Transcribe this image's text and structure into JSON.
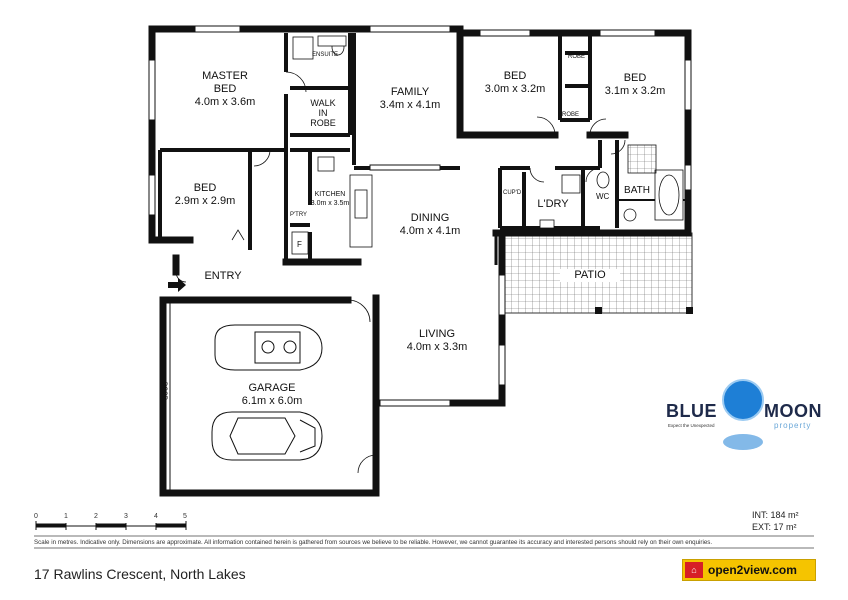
{
  "rooms": {
    "master_bed": {
      "name": "MASTER\nBED",
      "size": "4.0m x 3.6m"
    },
    "ensuite": "ENSUITE",
    "walk_in_robe": "WALK\nIN\nROBE",
    "family": {
      "name": "FAMILY",
      "size": "3.4m x 4.1m"
    },
    "bed_2": {
      "name": "BED",
      "size": "3.0m x 3.2m"
    },
    "bed_3": {
      "name": "BED",
      "size": "3.1m x 3.2m"
    },
    "bed_4": {
      "name": "BED",
      "size": "2.9m x 2.9m"
    },
    "kitchen": {
      "name": "KITCHEN",
      "size": "3.0m x 3.5m"
    },
    "pantry": "P'TRY",
    "fridge": "F",
    "dining": {
      "name": "DINING",
      "size": "4.0m x 4.1m"
    },
    "cupboard": "CUP'D",
    "laundry": "L'DRY",
    "wc": "WC",
    "bath": "BATH",
    "robe_a": "ROBE",
    "robe_b": "ROBE",
    "patio": "PATIO",
    "entry": "ENTRY",
    "living": {
      "name": "LIVING",
      "size": "4.0m x 3.3m"
    },
    "garage": {
      "name": "GARAGE",
      "size": "6.1m x 6.0m"
    },
    "door": "DOOR"
  },
  "scale": {
    "ticks": [
      "0",
      "1",
      "2",
      "3",
      "4",
      "5"
    ]
  },
  "area": {
    "internal": "INT: 184 m²",
    "external": "EXT: 17 m²"
  },
  "disclaimer": "Scale in metres. Indicative only. Dimensions are approximate. All information contained herein is gathered from sources we believe to be reliable. However, we cannot guarantee its accuracy and interested persons should rely on their own enquiries.",
  "address": "17 Rawlins Crescent, North Lakes",
  "brand": {
    "blue": "BLUE",
    "moon": "MOON",
    "tagline": "Expect the Unexpected",
    "sub": "property"
  },
  "portal": {
    "name": "open2view.com"
  },
  "colors": {
    "wall": "#111111",
    "accent": "#1e7fd6",
    "portal": "#f5c400"
  }
}
